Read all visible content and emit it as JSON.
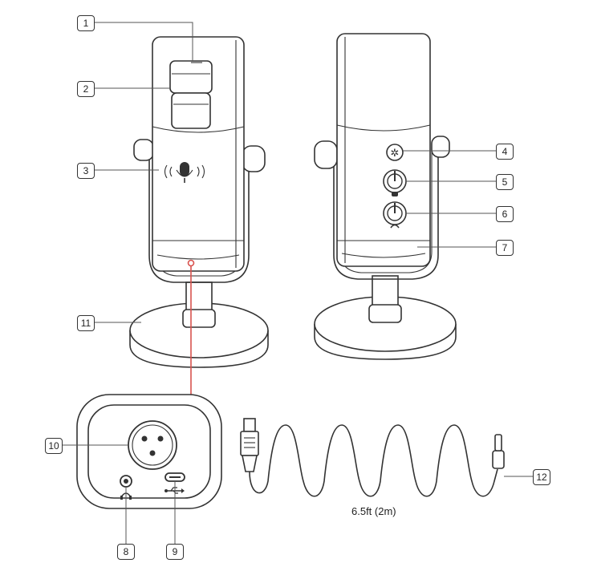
{
  "callouts": [
    {
      "id": "1",
      "label": "1"
    },
    {
      "id": "2",
      "label": "2"
    },
    {
      "id": "3",
      "label": "3"
    },
    {
      "id": "4",
      "label": "4"
    },
    {
      "id": "5",
      "label": "5"
    },
    {
      "id": "6",
      "label": "6"
    },
    {
      "id": "7",
      "label": "7"
    },
    {
      "id": "8",
      "label": "8"
    },
    {
      "id": "9",
      "label": "9"
    },
    {
      "id": "10",
      "label": "10"
    },
    {
      "id": "11",
      "label": "11"
    },
    {
      "id": "12",
      "label": "12"
    }
  ],
  "cable": {
    "length_label": "6.5ft (2m)"
  },
  "colors": {
    "line": "#333333",
    "accent": "#d9534f"
  },
  "icons": [
    "mute-button-icon",
    "gain-knob-icon",
    "volume-knob-icon",
    "headphone-icon",
    "usb-icon",
    "xlr-connector-icon"
  ]
}
